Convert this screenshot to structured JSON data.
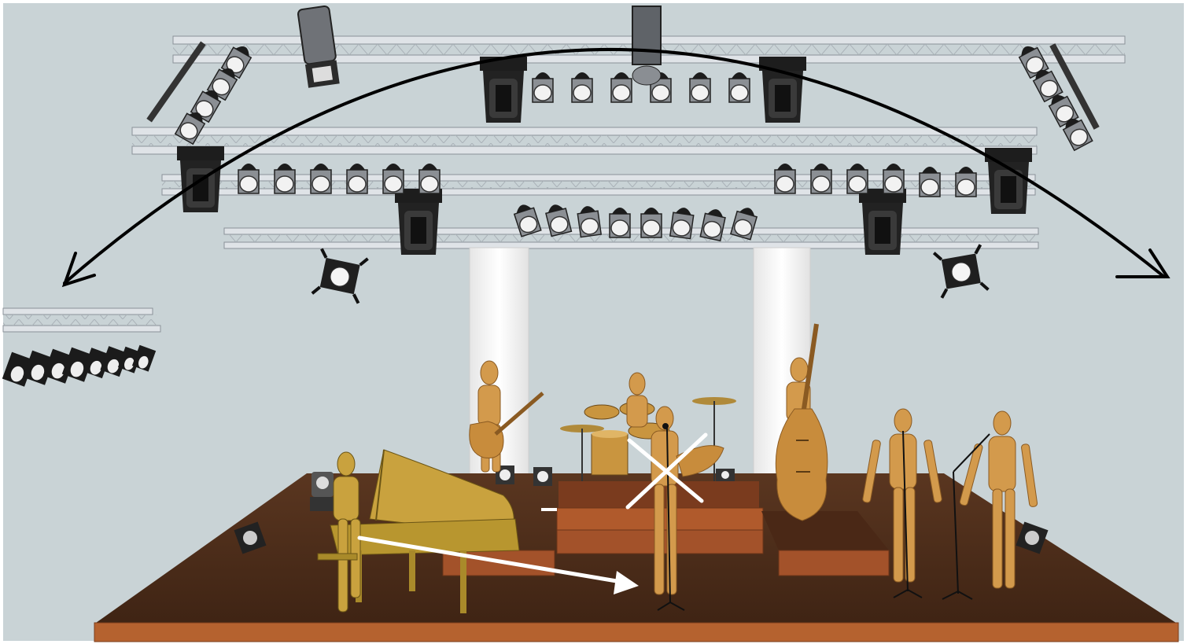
{
  "scene": {
    "subject": "stage-layout-3d-model",
    "colors": {
      "backdrop": "#c9d3d6",
      "truss": "#d9dde2",
      "fixture": "#2a2a2a",
      "stage_floor": "#4a2a18",
      "stage_edge": "#b5622f",
      "riser": "#9a4a25",
      "figure": "#d39a4c",
      "piano": "#b8962f",
      "column": "#f4f4f4",
      "annotation_dark": "#000000",
      "annotation_light": "#ffffff"
    },
    "icons": {
      "moving_head": "moving-head-light-icon",
      "par_can": "par-can-light-icon",
      "followspot": "followspot-icon",
      "fresnel": "fresnel-light-icon",
      "microphone": "microphone-stand-icon"
    },
    "annotations": {
      "arc_arrows": "double-headed-arc-arrow",
      "remove_mark": "x-cross-mark",
      "move_arrow": "pointer-arrow"
    }
  }
}
